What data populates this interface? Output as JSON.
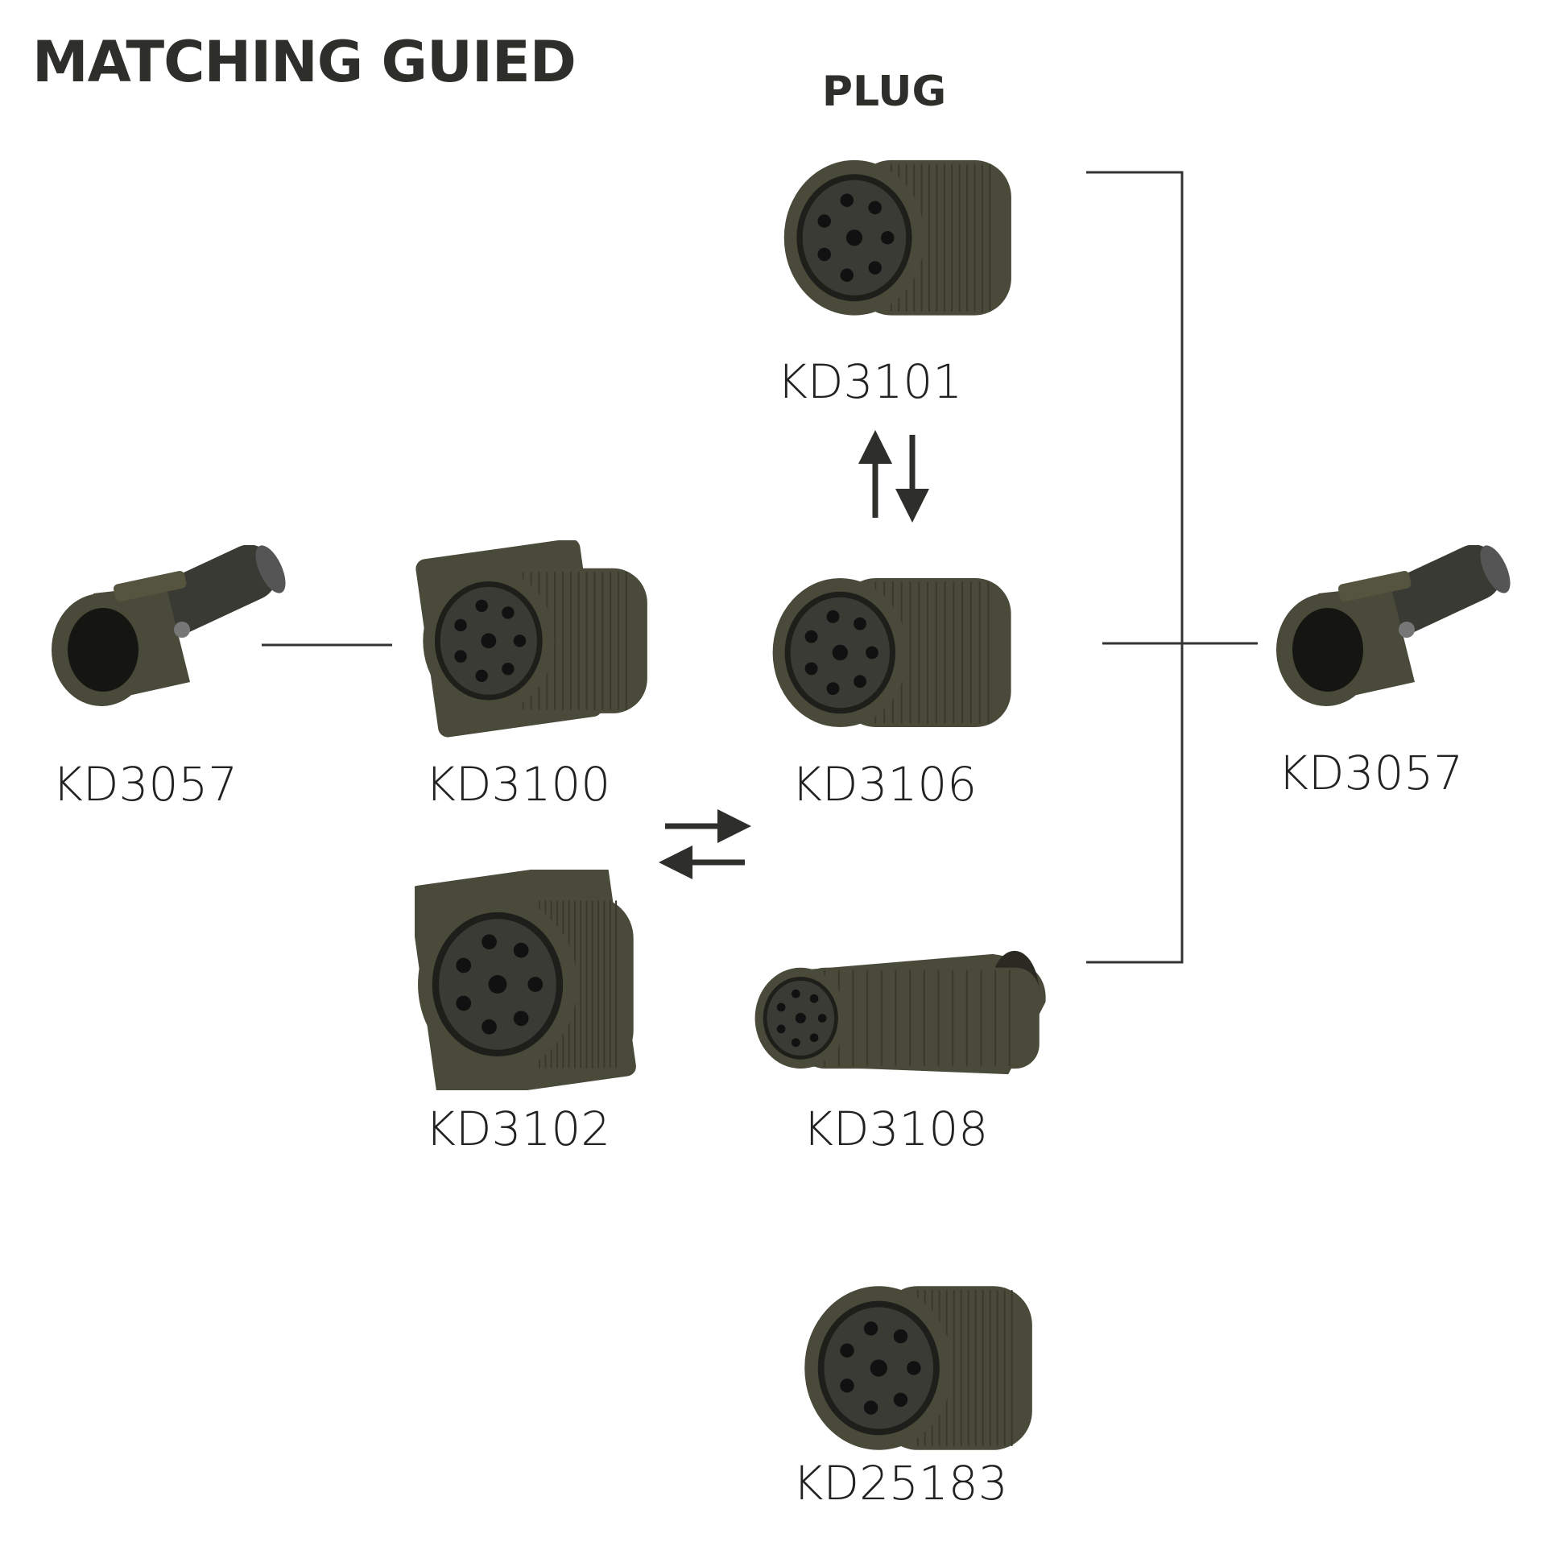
{
  "title": "MATCHING GUIED",
  "heading": "PLUG",
  "colors": {
    "body": "#4a4a3a",
    "dark": "#2a2a22",
    "text": "#2e2e2a",
    "line": "#333333"
  },
  "items": {
    "kd3101": "KD3101",
    "kd3100": "KD3100",
    "kd3106": "KD3106",
    "kd3057_left": "KD3057",
    "kd3057_right": "KD3057",
    "kd3102": "KD3102",
    "kd3108": "KD3108",
    "kd25183": "KD25183"
  }
}
